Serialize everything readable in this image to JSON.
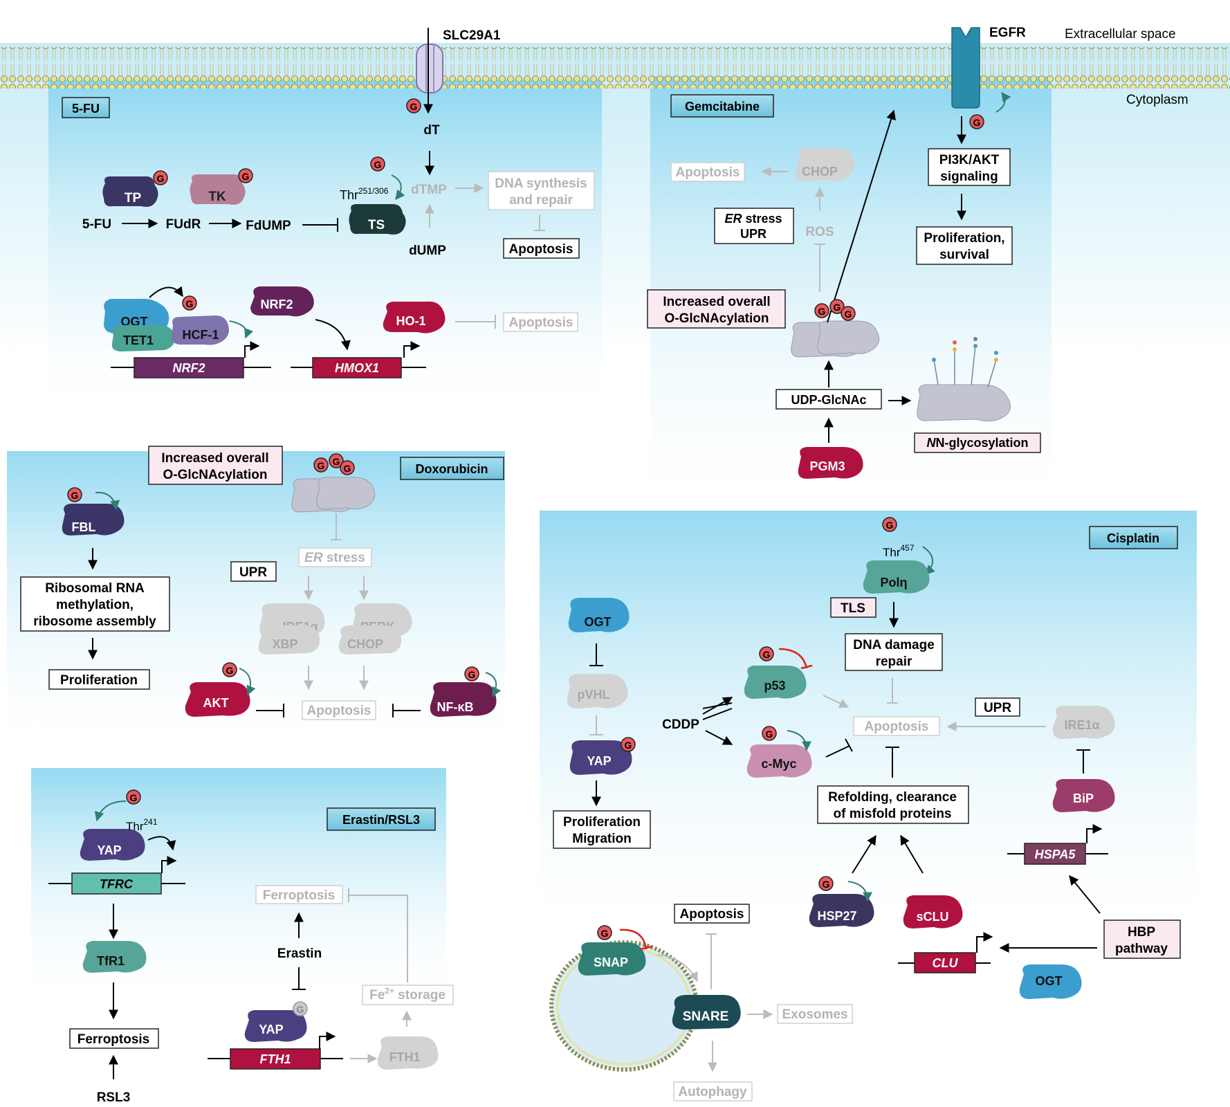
{
  "labels": {
    "slc29a1": "SLC29A1",
    "egfr": "EGFR",
    "extracellular_space": "Extracellular space",
    "cytoplasm": "Cytoplasm",
    "g": "G"
  },
  "fu": {
    "title": "5-FU",
    "dT": "dT",
    "dTMP": "dTMP",
    "dUMP": "dUMP",
    "dna_synthesis_1": "DNA synthesis",
    "dna_synthesis_2": "and repair",
    "apoptosis": "Apoptosis",
    "thr_base": "Thr",
    "thr_sup": "251/306",
    "TP": "TP",
    "TK": "TK",
    "TS": "TS",
    "fu_drug": "5-FU",
    "fudr": "FUdR",
    "fdump": "FdUMP",
    "OGT": "OGT",
    "TET1": "TET1",
    "HCF1": "HCF-1",
    "NRF2": "NRF2",
    "HO1": "HO-1",
    "nrf2_gene": "NRF2",
    "hmox1_gene": "HMOX1",
    "apoptosis2": "Apoptosis"
  },
  "gem": {
    "title": "Gemcitabine",
    "apoptosis": "Apoptosis",
    "chop": "CHOP",
    "er_stress_1a": "ER",
    "er_stress_1b": " stress",
    "er_stress_2": "UPR",
    "ros": "ROS",
    "pi3k_1": "PI3K/AKT",
    "pi3k_2": "signaling",
    "prolif_1": "Proliferation,",
    "prolif_2": "survival",
    "increased_1": "Increased overall",
    "increased_2": "O-GlcNAcylation",
    "udp": "UDP-GlcNAc",
    "nglyc": "N-glycosylation",
    "pgm3": "PGM3"
  },
  "dox": {
    "title": "Doxorubicin",
    "increased_1": "Increased overall",
    "increased_2": "O-GlcNAcylation",
    "fbl": "FBL",
    "ribosomal_1": "Ribosomal RNA",
    "ribosomal_2": "methylation,",
    "ribosomal_3": "ribosome assembly",
    "proliferation": "Proliferation",
    "upr": "UPR",
    "er_stress_a": "ER",
    "er_stress_b": " stress",
    "ire1a": "IRE1α",
    "xbp": "XBP",
    "perk": "PERK",
    "chop": "CHOP",
    "akt": "AKT",
    "apoptosis": "Apoptosis",
    "nfkb": "NF-κB"
  },
  "cis": {
    "title": "Cisplatin",
    "thr_base": "Thr",
    "thr_sup": "457",
    "poln": "Polη",
    "tls": "TLS",
    "dna_damage_1": "DNA damage",
    "dna_damage_2": "repair",
    "ogt": "OGT",
    "pvhl": "pVHL",
    "yap": "YAP",
    "prolif_1": "Proliferation",
    "prolif_2": "Migration",
    "p53": "p53",
    "cmyc": "c-Myc",
    "cddp": "CDDP",
    "apoptosis": "Apoptosis",
    "upr": "UPR",
    "ire1a": "IRE1α",
    "refold_1": "Refolding, clearance",
    "refold_2": "of misfold proteins",
    "bip": "BiP",
    "hspa5": "HSPA5",
    "hbp_1": "HBP",
    "hbp_2": "pathway",
    "hsp27": "HSP27",
    "sclu": "sCLU",
    "clu": "CLU",
    "ogt2": "OGT",
    "apoptosis2": "Apoptosis",
    "snap": "SNAP",
    "snare": "SNARE",
    "exosomes": "Exosomes",
    "autophagy": "Autophagy"
  },
  "era": {
    "title": "Erastin/RSL3",
    "thr_base": "Thr",
    "thr_sup": "241",
    "yap": "YAP",
    "tfrc": "TFRC",
    "tfr1": "TfR1",
    "ferroptosis": "Ferroptosis",
    "rsl3": "RSL3",
    "ferroptosis2": "Ferroptosis",
    "erastin": "Erastin",
    "fe_1": "Fe",
    "fe_sup": "2+",
    "fe_2": " storage",
    "yap2": "YAP",
    "fth1_gene": "FTH1",
    "fth1": "FTH1"
  },
  "colors": {
    "panel_blue": "#8fd6ec",
    "panel_header": "#8fd0e6",
    "g_red": "#e8585c",
    "tp": "#3b3563",
    "tk": "#b67f98",
    "ts": "#1d3a3a",
    "ogt": "#3b9ecf",
    "tet1": "#4aa594",
    "hcf1": "#7f74ad",
    "nrf2": "#64225a",
    "ho1": "#b0123f",
    "pgm3": "#b0123f",
    "fbl": "#3a3566",
    "akt": "#b0123f",
    "nfkb": "#6e1d4f",
    "poln": "#56a598",
    "p53": "#56a598",
    "cmyc": "#c98fb0",
    "yap": "#4c3f80",
    "bip": "#9c3c6a",
    "hspa5": "#7d3f5e",
    "hsp27": "#3b3560",
    "sclu": "#b0123f",
    "clu": "#b0123f",
    "snap": "#2f7f74",
    "snare": "#1c4a55",
    "tfr1": "#56a598",
    "tfrc": "#63bfad",
    "fth1": "#b0123f",
    "nrf2_gene": "#6a2a63",
    "hmox1_gene": "#b0123f",
    "faded": "#b9b9b9",
    "complex": "#c4c4d0"
  }
}
